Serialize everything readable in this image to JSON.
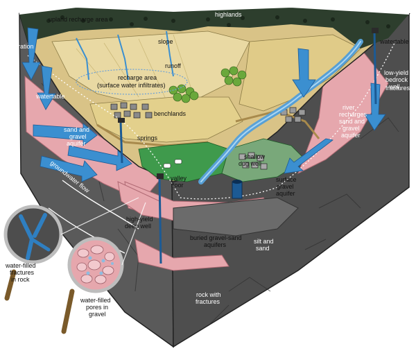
{
  "diagram": {
    "labels": {
      "highlands": "highlands",
      "upland_recharge_area": "upland recharge area",
      "infiltration": "infiltration",
      "watertable_left": "watertable",
      "watertable_right": "watertable",
      "slope": "slope",
      "runoff": "runoff",
      "recharge_area_line1": "recharge area",
      "recharge_area_line2": "(surface water infiltrates)",
      "benchlands": "benchlands",
      "fractures": "fractures",
      "low_yield_bedrock_well": [
        "low-yield",
        "bedrock",
        "well"
      ],
      "river_recharges": [
        "river",
        "recharges",
        "sand and",
        "gravel",
        "aquifer"
      ],
      "sand_gravel_aquifer": [
        "sand and",
        "gravel",
        "aquifer"
      ],
      "springs": "springs",
      "groundwater_flow": "groundwater flow",
      "valley_floor": [
        "valley",
        "floor"
      ],
      "shallow_dug_well": [
        "shallow",
        "dug well"
      ],
      "surface_gravel_aquifer": [
        "surface",
        "gravel",
        "aquifer"
      ],
      "high_yield_deep_well": [
        "high-yield",
        "deep well"
      ],
      "buried_aquifers": [
        "buried gravel-sand",
        "aquifers"
      ],
      "silt_and_sand": [
        "silt and",
        "sand"
      ],
      "water_filled_fractures": [
        "water-filled",
        "fractures",
        "in rock"
      ],
      "water_filled_pores": [
        "water-filled",
        "pores in",
        "gravel"
      ],
      "rock_with_fractures": [
        "rock with",
        "fractures"
      ]
    },
    "colors": {
      "rock": "#5c5c5c",
      "rock_dark": "#3d3d3d",
      "aquifer_pink": "#e6a7ad",
      "water_blue": "#2f7fc1",
      "field_tan": "#e9d9a3",
      "forest": "#2d3e2d",
      "valley_green": "#3f9a4c"
    }
  }
}
